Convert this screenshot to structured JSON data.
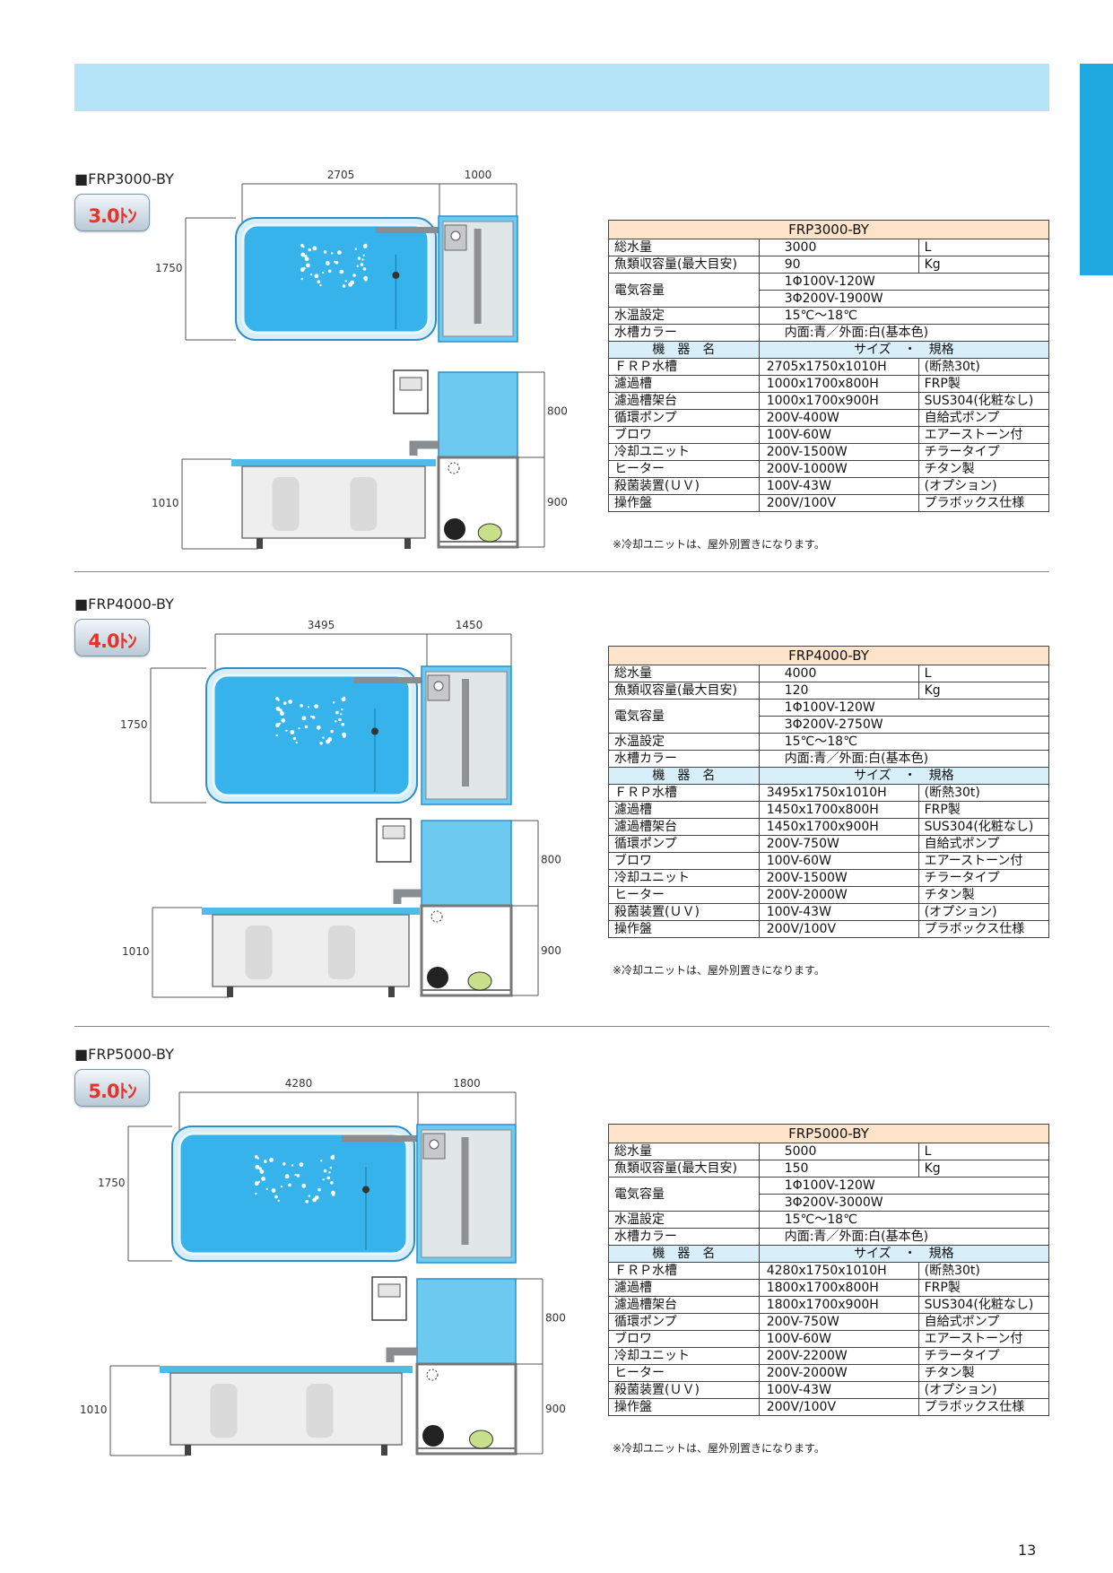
{
  "page_number": "13",
  "sections": [
    {
      "heading": "■FRP3000-BY",
      "badge": "3.0ﾄﾝ",
      "dims": {
        "tank_length": "2705",
        "filter_width": "1000",
        "depth": "1750",
        "height_tank": "1010",
        "height_filter": "800",
        "height_stand": "900"
      },
      "spec": {
        "model": "FRP3000-BY",
        "volume_label": "総水量",
        "volume": "3000",
        "volume_unit": "L",
        "fish_label": "魚類収容量(最大目安)",
        "fish": "90",
        "fish_unit": "Kg",
        "power_label": "電気容量",
        "power1": "1Φ100V-120W",
        "power2": "3Φ200V-1900W",
        "temp_label": "水温設定",
        "temp": "15℃～18℃",
        "color_label": "水槽カラー",
        "color": "内面:青／外面:白(基本色)",
        "eq_header_name": "機　器　名",
        "eq_header_size": "サイズ　・　規格",
        "equipment": [
          [
            "ＦＲＰ水槽",
            "2705x1750x1010H",
            "(断熱30t)"
          ],
          [
            "濾過槽",
            "1000x1700x800H",
            "FRP製"
          ],
          [
            "濾過槽架台",
            "1000x1700x900H",
            "SUS304(化粧なし)"
          ],
          [
            "循環ポンプ",
            "200V-400W",
            "自給式ポンプ"
          ],
          [
            "ブロワ",
            "100V-60W",
            "エアーストーン付"
          ],
          [
            "冷却ユニット",
            "200V-1500W",
            "チラータイプ"
          ],
          [
            "ヒーター",
            "200V-1000W",
            "チタン製"
          ],
          [
            "殺菌装置(ＵＶ)",
            "100V-43W",
            "(オプション)"
          ],
          [
            "操作盤",
            "200V/100V",
            "プラボックス仕様"
          ]
        ]
      },
      "note": "※冷却ユニットは、屋外別置きになります。"
    },
    {
      "heading": "■FRP4000-BY",
      "badge": "4.0ﾄﾝ",
      "dims": {
        "tank_length": "3495",
        "filter_width": "1450",
        "depth": "1750",
        "height_tank": "1010",
        "height_filter": "800",
        "height_stand": "900"
      },
      "spec": {
        "model": "FRP4000-BY",
        "volume_label": "総水量",
        "volume": "4000",
        "volume_unit": "L",
        "fish_label": "魚類収容量(最大目安)",
        "fish": "120",
        "fish_unit": "Kg",
        "power_label": "電気容量",
        "power1": "1Φ100V-120W",
        "power2": "3Φ200V-2750W",
        "temp_label": "水温設定",
        "temp": "15℃～18℃",
        "color_label": "水槽カラー",
        "color": "内面:青／外面:白(基本色)",
        "eq_header_name": "機　器　名",
        "eq_header_size": "サイズ　・　規格",
        "equipment": [
          [
            "ＦＲＰ水槽",
            "3495x1750x1010H",
            "(断熱30t)"
          ],
          [
            "濾過槽",
            "1450x1700x800H",
            "FRP製"
          ],
          [
            "濾過槽架台",
            "1450x1700x900H",
            "SUS304(化粧なし)"
          ],
          [
            "循環ポンプ",
            "200V-750W",
            "自給式ポンプ"
          ],
          [
            "ブロワ",
            "100V-60W",
            "エアーストーン付"
          ],
          [
            "冷却ユニット",
            "200V-1500W",
            "チラータイプ"
          ],
          [
            "ヒーター",
            "200V-2000W",
            "チタン製"
          ],
          [
            "殺菌装置(ＵＶ)",
            "100V-43W",
            "(オプション)"
          ],
          [
            "操作盤",
            "200V/100V",
            "プラボックス仕様"
          ]
        ]
      },
      "note": "※冷却ユニットは、屋外別置きになります。"
    },
    {
      "heading": "■FRP5000-BY",
      "badge": "5.0ﾄﾝ",
      "dims": {
        "tank_length": "4280",
        "filter_width": "1800",
        "depth": "1750",
        "height_tank": "1010",
        "height_filter": "800",
        "height_stand": "900"
      },
      "spec": {
        "model": "FRP5000-BY",
        "volume_label": "総水量",
        "volume": "5000",
        "volume_unit": "L",
        "fish_label": "魚類収容量(最大目安)",
        "fish": "150",
        "fish_unit": "Kg",
        "power_label": "電気容量",
        "power1": "1Φ100V-120W",
        "power2": "3Φ200V-3000W",
        "temp_label": "水温設定",
        "temp": "15℃～18℃",
        "color_label": "水槽カラー",
        "color": "内面:青／外面:白(基本色)",
        "eq_header_name": "機　器　名",
        "eq_header_size": "サイズ　・　規格",
        "equipment": [
          [
            "ＦＲＰ水槽",
            "4280x1750x1010H",
            "(断熱30t)"
          ],
          [
            "濾過槽",
            "1800x1700x800H",
            "FRP製"
          ],
          [
            "濾過槽架台",
            "1800x1700x900H",
            "SUS304(化粧なし)"
          ],
          [
            "循環ポンプ",
            "200V-750W",
            "自給式ポンプ"
          ],
          [
            "ブロワ",
            "100V-60W",
            "エアーストーン付"
          ],
          [
            "冷却ユニット",
            "200V-2200W",
            "チラータイプ"
          ],
          [
            "ヒーター",
            "200V-2000W",
            "チタン製"
          ],
          [
            "殺菌装置(ＵＶ)",
            "100V-43W",
            "(オプション)"
          ],
          [
            "操作盤",
            "200V/100V",
            "プラボックス仕様"
          ]
        ]
      },
      "note": "※冷却ユニットは、屋外別置きになります。"
    }
  ]
}
